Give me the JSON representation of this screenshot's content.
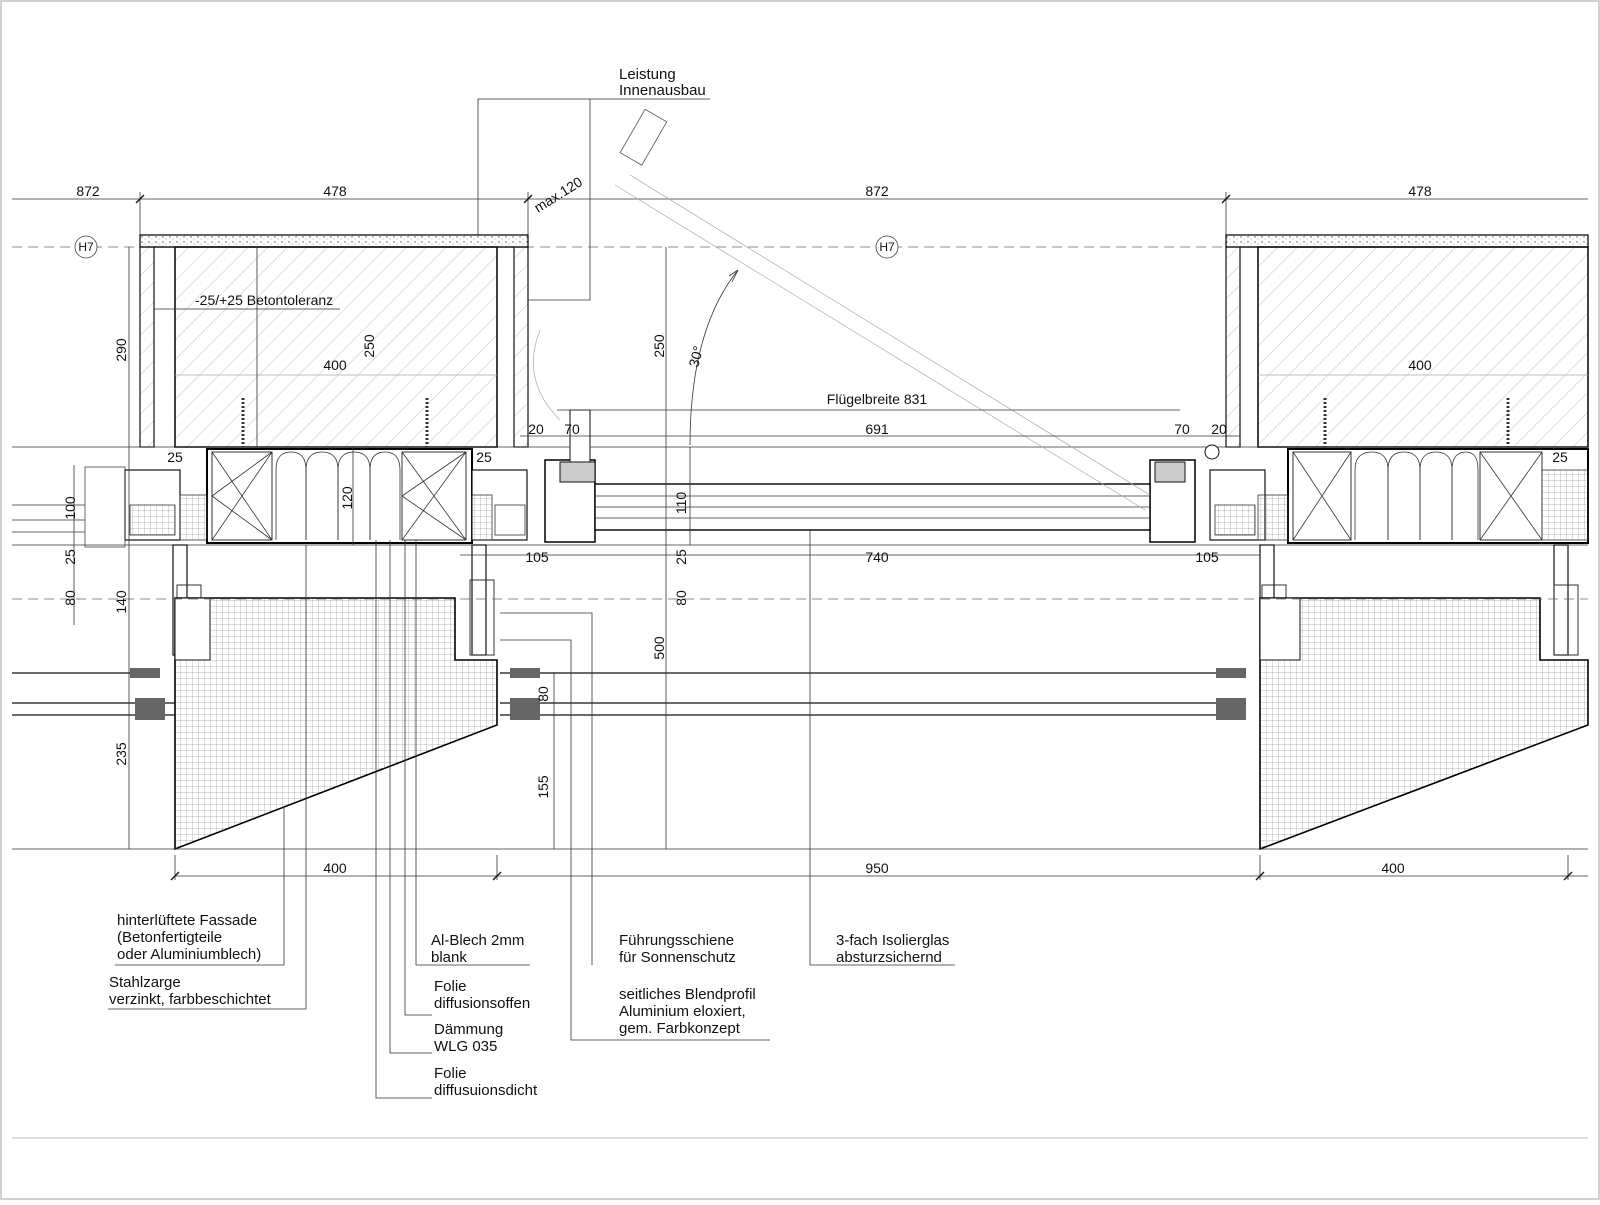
{
  "drawing": {
    "top_dimensions": [
      "872",
      "478",
      "872",
      "478"
    ],
    "grid_marks": [
      "H7",
      "H7"
    ],
    "tolerance_note": "-25/+25 Betontoleranz",
    "max_note": "max.120",
    "angle_note": "30°",
    "sash_width_note": "Flügelbreite 831",
    "dims_v": {
      "d290": "290",
      "d250a": "250",
      "d250b": "250",
      "d120": "120",
      "d100": "100",
      "d25a": "25",
      "d25b": "25",
      "d25c": "25",
      "d25d": "25",
      "d80a": "80",
      "d80b": "80",
      "d80c": "80",
      "d140": "140",
      "d235": "235",
      "d155": "155",
      "d500": "500",
      "d110": "110",
      "d25e": "25"
    },
    "dims_h": {
      "d400a": "400",
      "d400b": "400",
      "d20a": "20",
      "d70a": "70",
      "d691": "691",
      "d70b": "70",
      "d20b": "20",
      "d105a": "105",
      "d740": "740",
      "d105b": "105"
    },
    "bottom_dimensions": [
      "400",
      "950",
      "400"
    ]
  },
  "callouts": {
    "leistung": [
      "Leistung",
      "Innenausbau"
    ],
    "fassade": [
      "hinterlüftete Fassade",
      "(Betonfertigteile",
      "oder Aluminiumblech)"
    ],
    "stahlzarge": [
      "Stahlzarge",
      "verzinkt, farbbeschichtet"
    ],
    "alblech": [
      "Al-Blech 2mm",
      "blank"
    ],
    "folie_offen": [
      "Folie",
      "diffusionsoffen"
    ],
    "daemmung": [
      "Dämmung",
      "WLG 035"
    ],
    "folie_dicht": [
      "Folie",
      "diffusuionsdicht"
    ],
    "fuehrung": [
      "Führungsschiene",
      "für Sonnenschutz"
    ],
    "blendprofil": [
      "seitliches Blendprofil",
      "Aluminium eloxiert,",
      "gem. Farbkonzept"
    ],
    "isolierglas": [
      "3-fach Isolierglas",
      "absturzsichernd"
    ]
  }
}
